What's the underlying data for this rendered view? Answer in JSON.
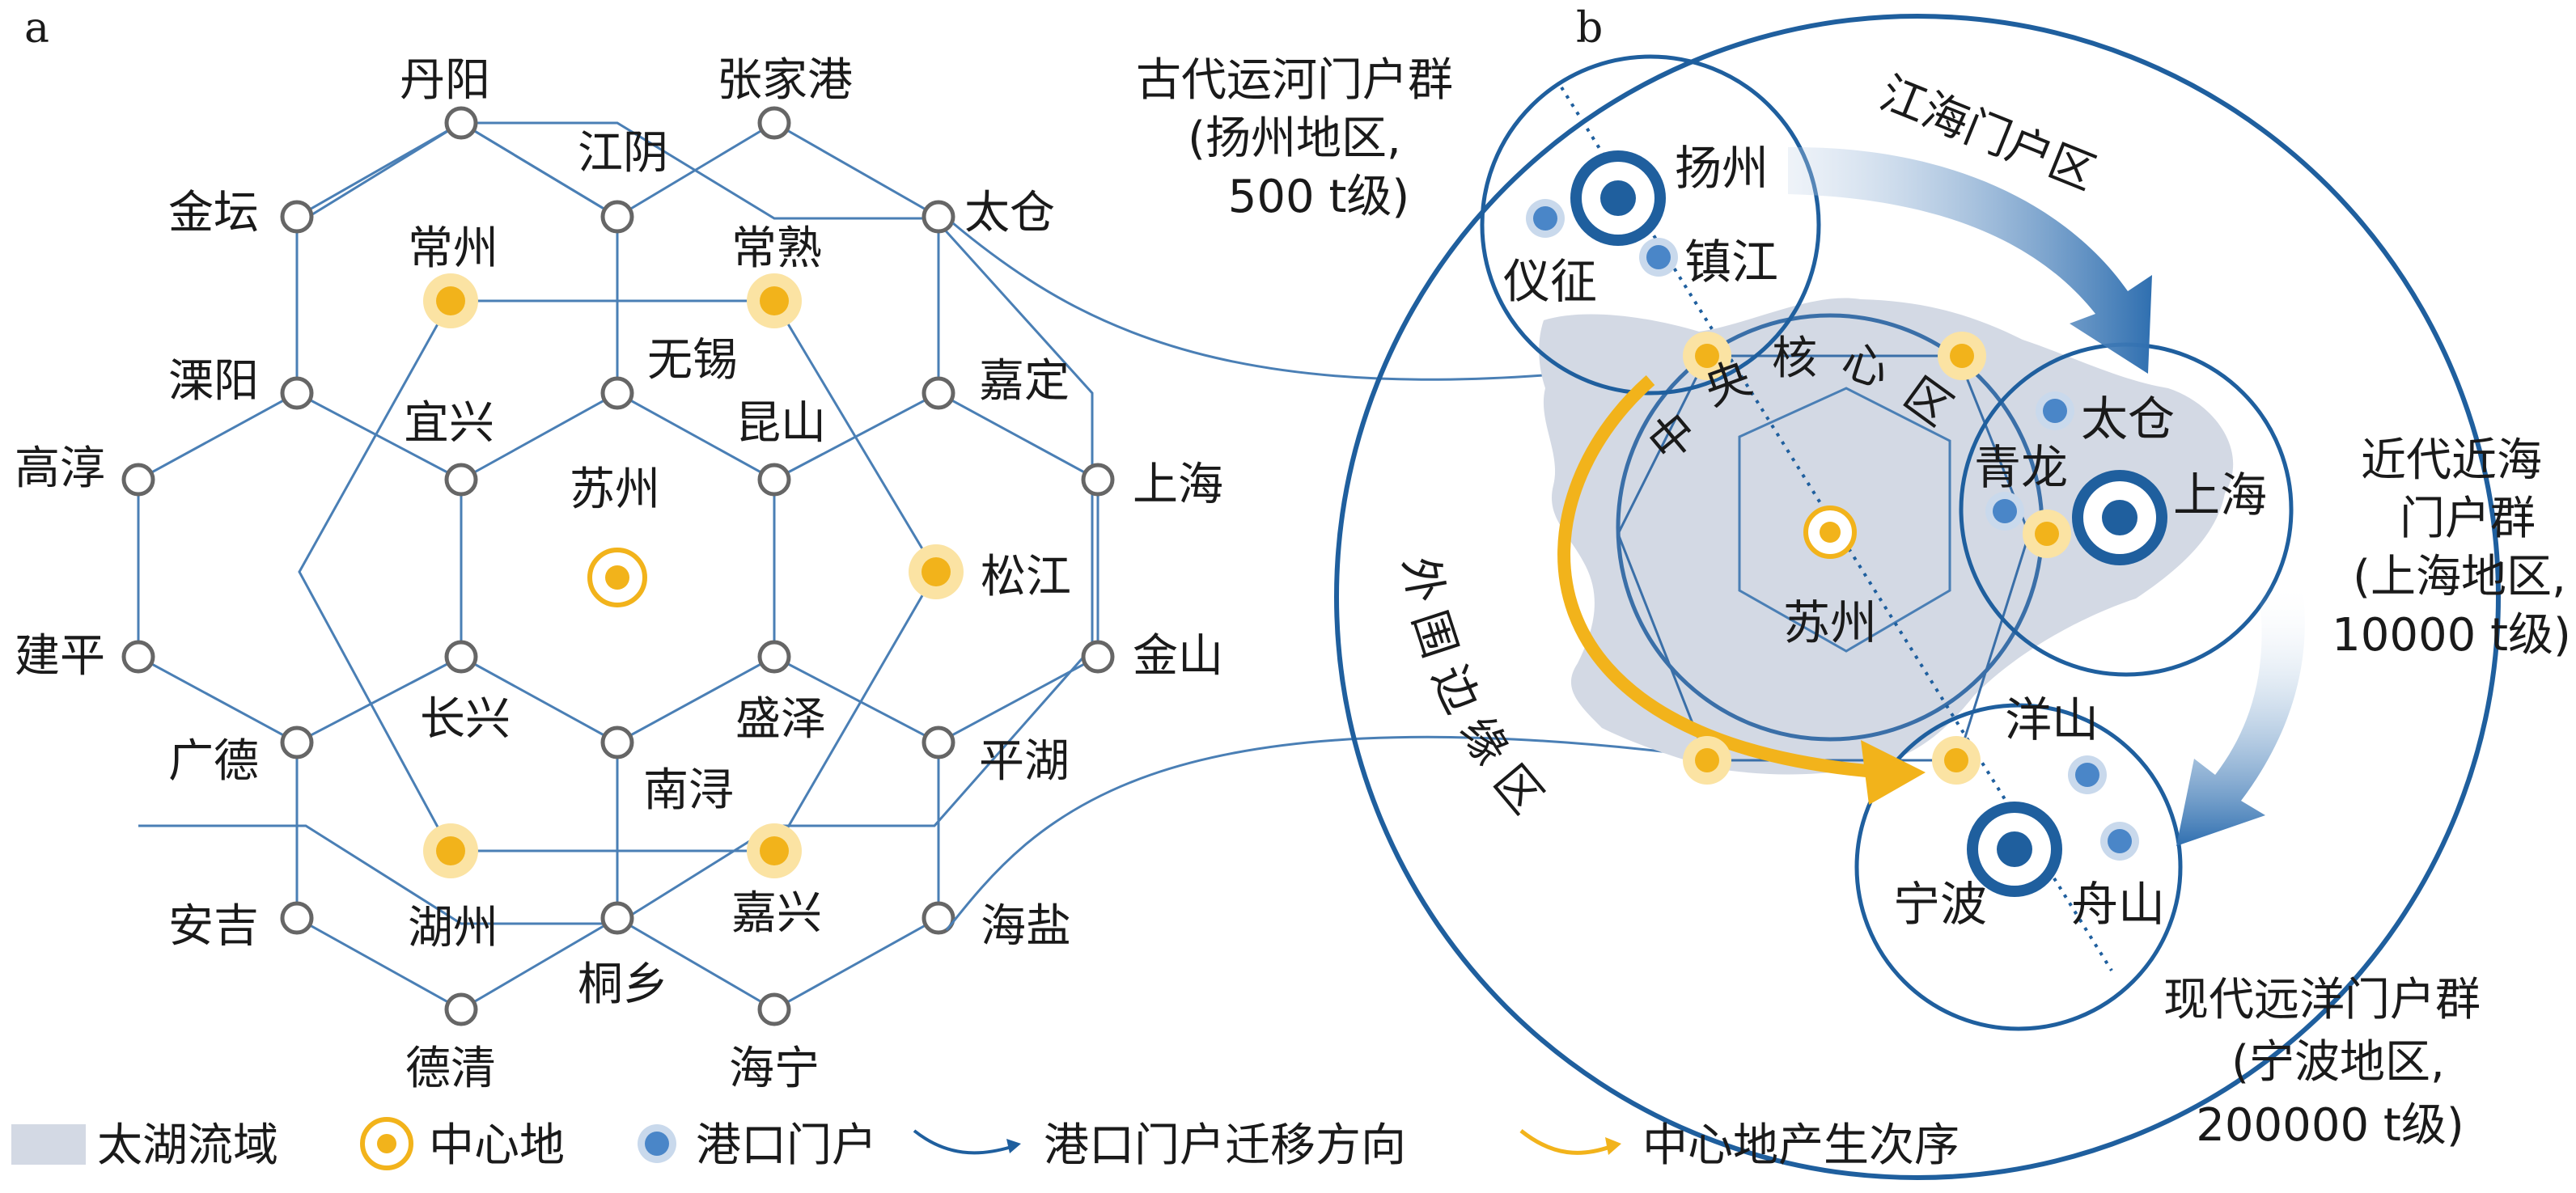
{
  "panel_a": {
    "letter": "a",
    "cities": {
      "danyang": "丹阳",
      "zhangjiagang": "张家港",
      "jiangyin": "江阴",
      "jintan": "金坛",
      "taicang": "太仓",
      "changzhou": "常州",
      "changshu": "常熟",
      "liyang": "溧阳",
      "wuxi": "无锡",
      "jiading": "嘉定",
      "gaochun": "高淳",
      "yixing": "宜兴",
      "kunshan": "昆山",
      "shanghai": "上海",
      "suzhou": "苏州",
      "songjiang": "松江",
      "jianping": "建平",
      "jinshan": "金山",
      "changxing": "长兴",
      "shengze": "盛泽",
      "guangde": "广德",
      "nanxun": "南浔",
      "pinghu": "平湖",
      "anji": "安吉",
      "huzhou": "湖州",
      "jiaxing": "嘉兴",
      "haiyan": "海盐",
      "tongxiang": "桐乡",
      "deqing": "德清",
      "haining": "海宁"
    }
  },
  "panel_b": {
    "letter": "b",
    "regions": {
      "ancient_title": "古代运河门户群",
      "ancient_sub1": "(扬州地区,",
      "ancient_sub2": "500 t级)",
      "jianghai": "江海门户区",
      "modern_near_1": "近代近海",
      "modern_near_2": "门户群",
      "modern_near_3": "(上海地区,",
      "modern_near_4": "10000 t级)",
      "core": [
        "中",
        "央",
        "核",
        "心",
        "区"
      ],
      "outer": [
        "外",
        "围",
        "边",
        "缘",
        "区"
      ],
      "ocean_1": "现代远洋门户群",
      "ocean_2": "(宁波地区,",
      "ocean_3": "200000 t级)"
    },
    "cities": {
      "yangzhou": "扬州",
      "yizheng": "仪征",
      "zhenjiang": "镇江",
      "taicang": "太仓",
      "qinglong": "青龙",
      "shanghai": "上海",
      "suzhou": "苏州",
      "yangshan": "洋山",
      "ningbo": "宁波",
      "zhoushan": "舟山"
    }
  },
  "legend": {
    "taihu": "太湖流域",
    "center": "中心地",
    "port": "港口门户",
    "migration": "港口门户迁移方向",
    "sequence": "中心地产生次序"
  },
  "colors": {
    "line_blue": "#4a7fb5",
    "dark_blue": "#1f5f9e",
    "port_blue": "#4a86c8",
    "center_yellow": "#f2b31b",
    "center_halo": "#fbe3a3",
    "basin_gray": "#d3d9e4",
    "node_gray": "#666666"
  }
}
